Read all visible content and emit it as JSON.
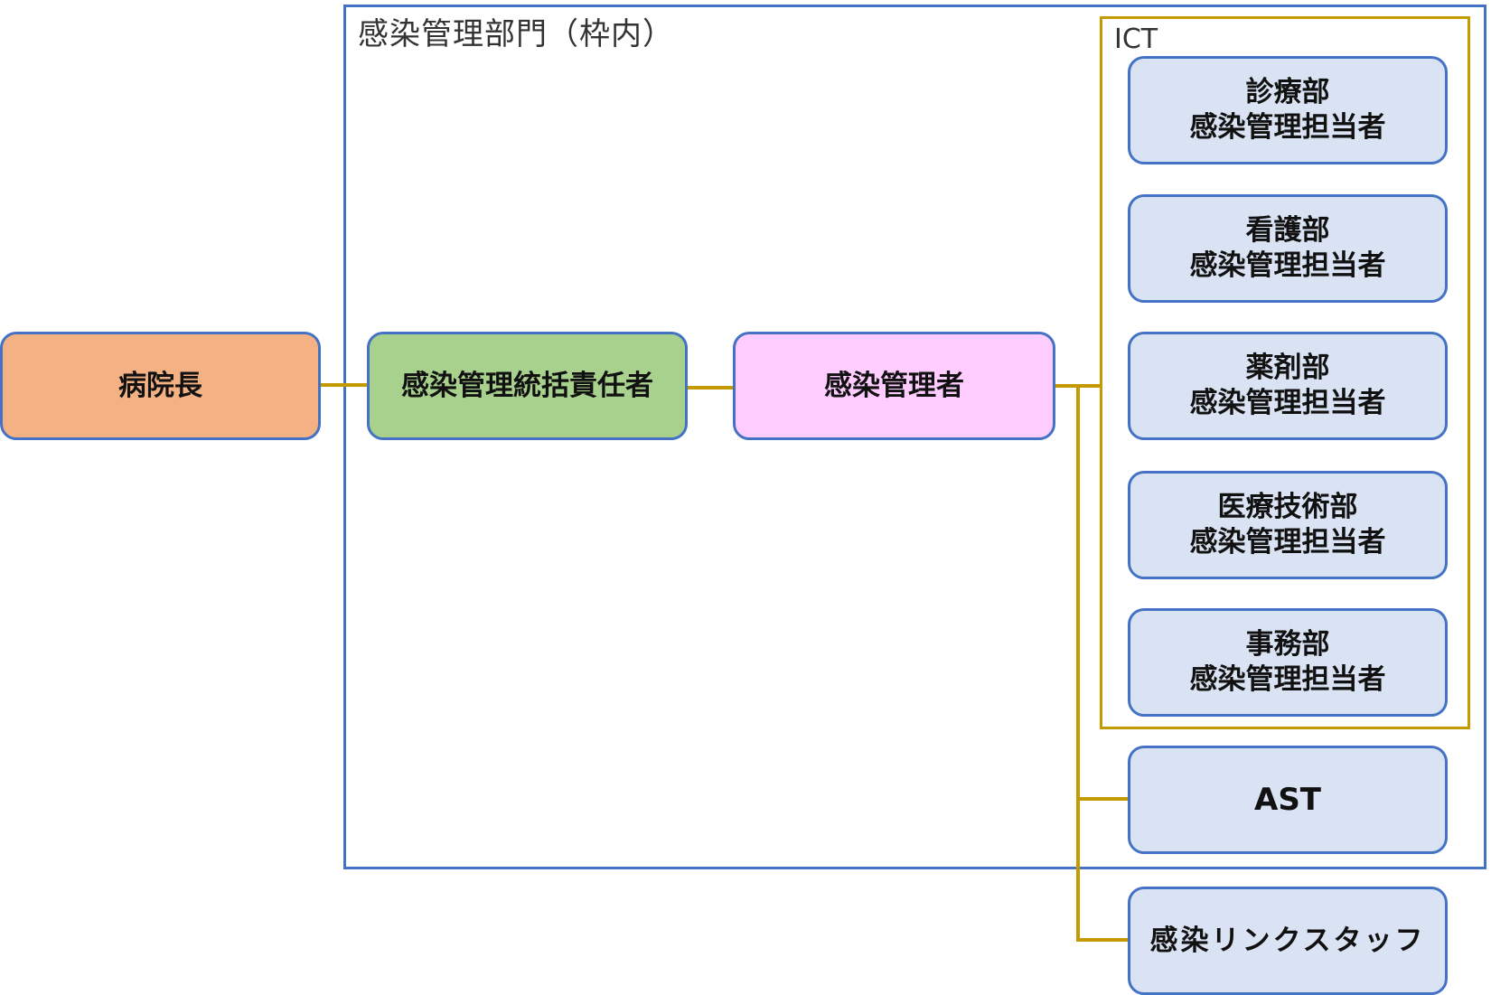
{
  "diagram": {
    "type": "organization-chart",
    "frame_outer": {
      "label": "感染管理部門（枠内）",
      "border_color": "#4472C4"
    },
    "frame_ict": {
      "label": "ICT",
      "border_color": "#C49A00"
    },
    "connector_color": "#C49A00",
    "nodes": {
      "director": {
        "label": "病院長",
        "fill": "#F4B183"
      },
      "chief": {
        "label": "感染管理統括責任者",
        "fill": "#A9D18E"
      },
      "manager": {
        "label": "感染管理者",
        "fill": "#FFCCFF"
      },
      "ict_members": [
        {
          "dept": "診療部",
          "role": "感染管理担当者",
          "fill": "#DAE3F3"
        },
        {
          "dept": "看護部",
          "role": "感染管理担当者",
          "fill": "#DAE3F3"
        },
        {
          "dept": "薬剤部",
          "role": "感染管理担当者",
          "fill": "#DAE3F3"
        },
        {
          "dept": "医療技術部",
          "role": "感染管理担当者",
          "fill": "#DAE3F3"
        },
        {
          "dept": "事務部",
          "role": "感染管理担当者",
          "fill": "#DAE3F3"
        }
      ],
      "ast": {
        "label": "AST",
        "fill": "#DAE3F3"
      },
      "link_staff": {
        "label": "感染リンクスタッフ",
        "fill": "#DAE3F3"
      }
    },
    "edges": [
      {
        "from": "病院長",
        "to": "感染管理統括責任者"
      },
      {
        "from": "感染管理統括責任者",
        "to": "感染管理者"
      },
      {
        "from": "感染管理者",
        "to": "ICT"
      },
      {
        "from": "感染管理者",
        "to": "AST"
      },
      {
        "from": "感染管理者",
        "to": "感染リンクスタッフ"
      }
    ]
  }
}
